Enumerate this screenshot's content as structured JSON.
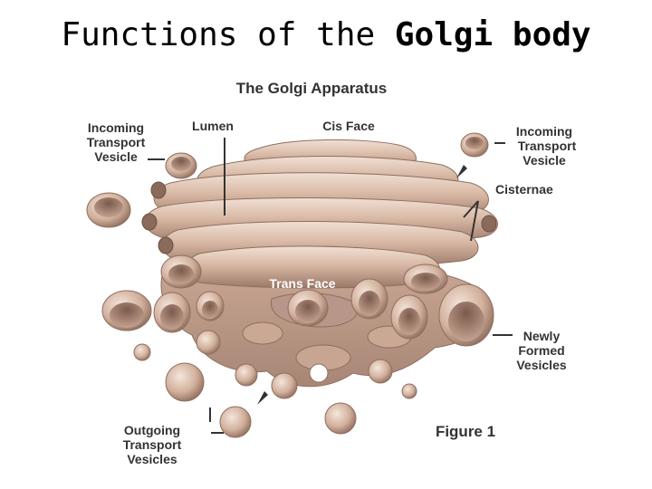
{
  "slide": {
    "title_prefix": "Functions of the ",
    "title_bold": "Golgi body"
  },
  "figure": {
    "heading": "The Golgi Apparatus",
    "caption": "Figure 1",
    "labels": {
      "incoming_left": [
        "Incoming",
        "Transport",
        "Vesicle"
      ],
      "lumen": "Lumen",
      "cis_face": "Cis Face",
      "incoming_right": [
        "Incoming",
        "Transport",
        "Vesicle"
      ],
      "cisternae": "Cisternae",
      "trans_face": "Trans Face",
      "newly_formed": [
        "Newly",
        "Formed",
        "Vesicles"
      ],
      "outgoing": [
        "Outgoing",
        "Transport",
        "Vesicles"
      ]
    }
  },
  "colors": {
    "organelle": "#d8b8a4",
    "organelle_dark": "#9a7868",
    "organelle_light": "#f0e0d4",
    "label_text": "#333333"
  }
}
